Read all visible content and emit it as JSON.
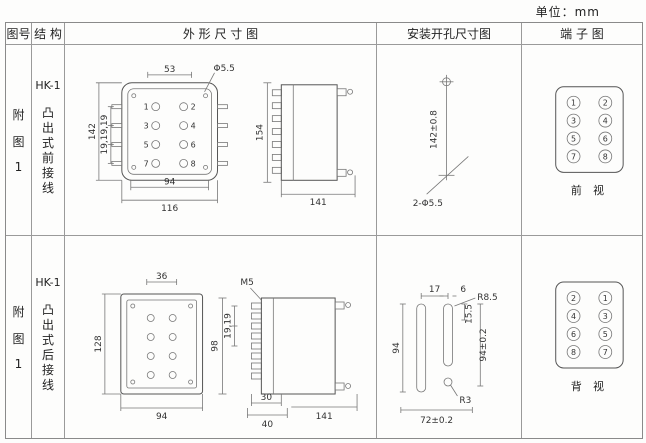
{
  "unit_label": "单位：mm",
  "headers": [
    "图号",
    "结 构",
    "外  形  尺  寸  图",
    "安装开孔尺寸图",
    "端 子 图"
  ],
  "rows": [
    {
      "fig_chars": [
        "附",
        "图",
        "1"
      ],
      "model": "HK-1",
      "structure_chars": [
        "凸",
        "出",
        "式",
        "前",
        "接",
        "线"
      ],
      "outline": {
        "terminal_numbers": [
          "1",
          "2",
          "3",
          "4",
          "5",
          "6",
          "7",
          "8"
        ],
        "dim_top": "53",
        "dim_hole": "Φ5.5",
        "dim_height": "142",
        "dim_pitch": "19,19,19",
        "dim_bottom_inner": "94",
        "dim_bottom_outer": "116",
        "dim_side_height": "154",
        "dim_side_width": "141"
      },
      "mounting": {
        "dim_height": "142±0.8",
        "dim_holes": "2-Φ5.5"
      },
      "terminal": {
        "left": [
          "1",
          "3",
          "5",
          "7"
        ],
        "right": [
          "2",
          "4",
          "6",
          "8"
        ],
        "view_label": "前  视"
      }
    },
    {
      "fig_chars": [
        "附",
        "图",
        "1"
      ],
      "model": "HK-1",
      "structure_chars": [
        "凸",
        "出",
        "式",
        "后",
        "接",
        "线"
      ],
      "outline": {
        "dim_top": "36",
        "dim_height": "128",
        "dim_bottom": "94",
        "dim_screw": "M5",
        "dim_pitch": "19,19",
        "dim_side_height": "98",
        "dim_b1": "30",
        "dim_b2": "40",
        "dim_side_width": "141"
      },
      "mounting": {
        "dim_top_span": "17",
        "dim_slot_width": "6",
        "dim_top_offset": "15.5",
        "dim_left_height": "94",
        "dim_right_height": "94±0.2",
        "dim_radius_top": "R8.5",
        "dim_radius_bottom": "R3",
        "dim_bottom_span": "72±0.2"
      },
      "terminal": {
        "left": [
          "2",
          "4",
          "6",
          "8"
        ],
        "right": [
          "1",
          "3",
          "5",
          "7"
        ],
        "view_label": "背  视"
      }
    }
  ]
}
